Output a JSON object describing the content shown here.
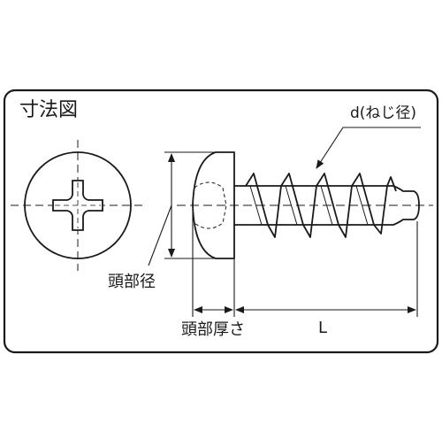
{
  "diagram": {
    "title": "寸法図",
    "labels": {
      "thread_diameter": "d(ねじ径)",
      "head_diameter": "頭部径",
      "head_thickness": "頭部厚さ",
      "length": "L"
    },
    "colors": {
      "line": "#1a1a1a",
      "frame": "#1a1a1a",
      "background": "#ffffff"
    }
  }
}
